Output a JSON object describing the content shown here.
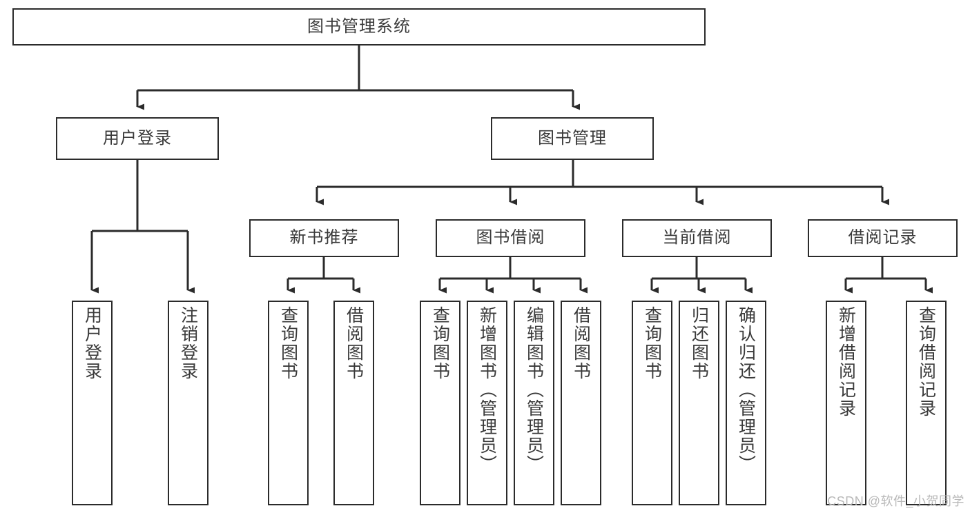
{
  "diagram": {
    "title": "图书管理系统",
    "type": "hierarchy-tree",
    "colors": {
      "box_border": "#2b2b2b",
      "box_fill": "#ffffff",
      "text": "#3a3a3a",
      "edge": "#2b2b2b",
      "watermark": "#b9b9b9",
      "background": "#ffffff"
    },
    "root": {
      "label": "图书管理系统"
    },
    "level2": [
      {
        "label": "用户登录"
      },
      {
        "label": "图书管理"
      }
    ],
    "level3": [
      {
        "label": "新书推荐"
      },
      {
        "label": "图书借阅"
      },
      {
        "label": "当前借阅"
      },
      {
        "label": "借阅记录"
      }
    ],
    "leaves": {
      "user_login": [
        {
          "label": "用户登录"
        },
        {
          "label": "注销登录"
        }
      ],
      "new_book_recommend": [
        {
          "label": "查询图书"
        },
        {
          "label": "借阅图书"
        }
      ],
      "book_borrow": [
        {
          "label": "查询图书"
        },
        {
          "label": "新增图书（管理员）"
        },
        {
          "label": "编辑图书（管理员）"
        },
        {
          "label": "借阅图书"
        }
      ],
      "current_borrow": [
        {
          "label": "查询图书"
        },
        {
          "label": "归还图书"
        },
        {
          "label": "确认归还（管理员）"
        }
      ],
      "borrow_record": [
        {
          "label": "新增借阅记录"
        },
        {
          "label": "查询借阅记录"
        }
      ]
    },
    "watermark": "CSDN @软件_小贺同学"
  }
}
